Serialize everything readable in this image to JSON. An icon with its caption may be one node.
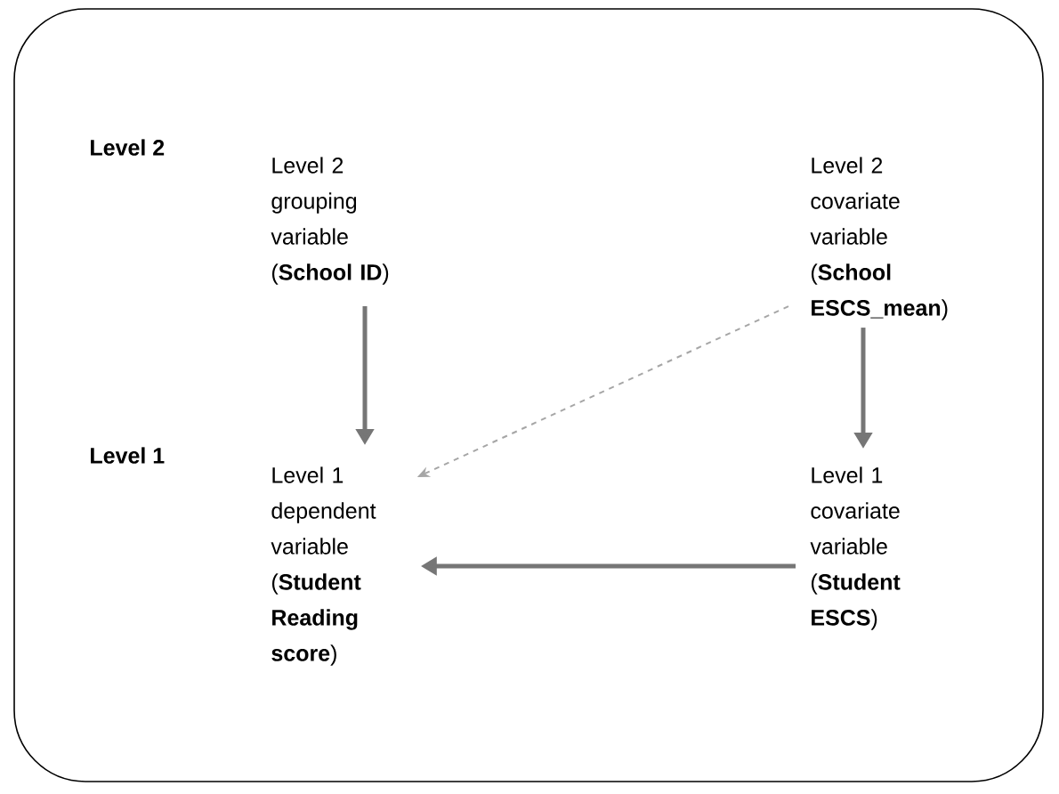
{
  "diagram": {
    "nodes": [
      {
        "text": [
          "Level 2 grouping variable (**School ID**)"
        ]
      },
      {
        "text": [
          "Level 2 covariate variable (**School ESCS_mean**)"
        ]
      },
      {
        "text": [
          "Level 1 dependent variable (**Student Reading score**)"
        ]
      },
      {
        "text": [
          "Level 1 covariate variable (**Student ESCS**)"
        ]
      }
    ],
    "edges": [
      {
        "from": 0,
        "to": 2,
        "arrow": "to"
      },
      {
        "from": 1,
        "to": 2,
        "arrow": "to",
        "style": "dashed",
        "color": "#a6a6a6"
      },
      {
        "from": 1,
        "to": 3,
        "arrow": "to"
      },
      {
        "from": 3,
        "to": 2,
        "arrow": "to"
      }
    ],
    "labels": [
      "Level 2",
      "Level 1"
    ]
  }
}
